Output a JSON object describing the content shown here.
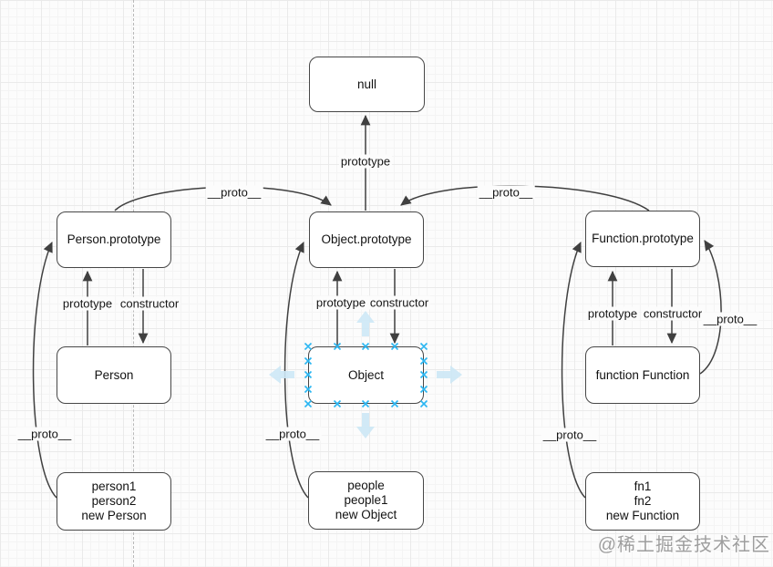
{
  "diagram": {
    "nodes": {
      "null": "null",
      "person_prototype": "Person.prototype",
      "object_prototype": "Object.prototype",
      "function_prototype": "Function.prototype",
      "person": "Person",
      "object": "Object",
      "function_function": "function Function",
      "person_instances": "person1\nperson2\nnew Person",
      "object_instances": "people\npeople1\nnew Object",
      "function_instances": "fn1\nfn2\nnew Function"
    },
    "edge_labels": {
      "null_prototype": "prototype",
      "proto_person_to_object": "__proto__",
      "proto_function_to_object": "__proto__",
      "person_prototype_label": "prototype",
      "person_constructor_label": "constructor",
      "object_prototype_label": "prototype",
      "object_constructor_label": "constructor",
      "function_prototype_label": "prototype",
      "function_constructor_label": "constructor",
      "proto_function_self": "__proto__",
      "proto_person_instances": "__proto__",
      "proto_object_instances": "__proto__",
      "proto_function_instances": "__proto__"
    },
    "watermark": "@稀土掘金技术社区",
    "colors": {
      "node_border": "#474747",
      "edge": "#404040",
      "selection_handle": "#29b6f2",
      "direction_arrow": "#cde8f6",
      "watermark_text": "#9e9e9e"
    }
  }
}
